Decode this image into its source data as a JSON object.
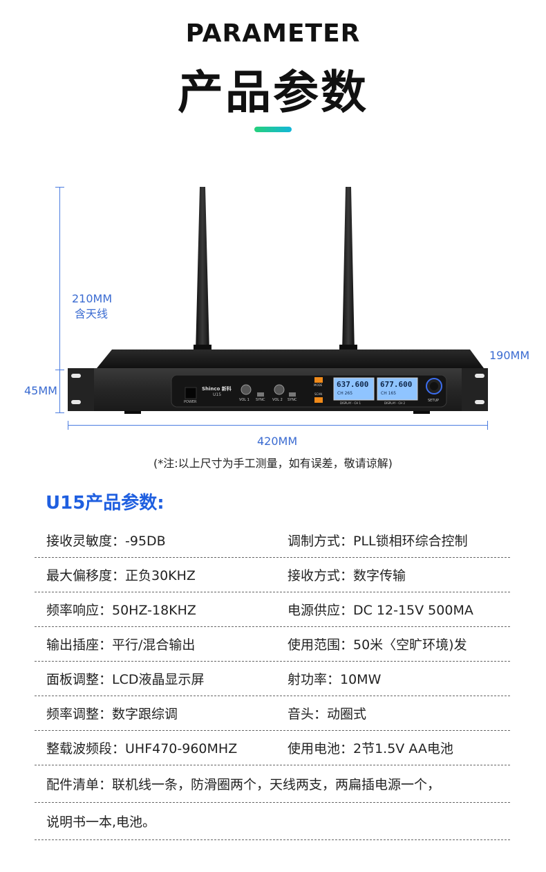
{
  "header": {
    "title_en": "PARAMETER",
    "title_cn": "产品参数"
  },
  "dimensions": {
    "height_total": "210MM",
    "height_total_note": "含天线",
    "height_body": "45MM",
    "depth": "190MM",
    "width": "420MM"
  },
  "device": {
    "brand": "Shinco 新科",
    "model": "U15",
    "power_label": "POWER",
    "vol_1": "VOL 1",
    "sync_1": "SYNC",
    "vol_2": "VOL 2",
    "sync_2": "SYNC",
    "mode_label": "MODE",
    "scan_label": "SCAN",
    "lcd_1_freq": "637.600",
    "lcd_1_ch": "CH 265",
    "lcd_1_caption": "DISPLAY - CH 1",
    "lcd_2_freq": "677.600",
    "lcd_2_ch": "CH 165",
    "lcd_2_caption": "DISPLAY - CH 2",
    "setup_label": "SETUP"
  },
  "note": "(*注:以上尺寸为手工测量，如有误差，敬请谅解)",
  "section_title": "U15产品参数:",
  "specs": [
    {
      "left": "接收灵敏度：-95DB",
      "right": "调制方式：PLL锁相环综合控制"
    },
    {
      "left": "最大偏移度：正负30KHZ",
      "right": "接收方式：数字传输"
    },
    {
      "left": "频率响应：50HZ-18KHZ",
      "right": "电源供应：DC 12-15V 500MA"
    },
    {
      "left": "输出插座：平行/混合输出",
      "right": "使用范围：50米〈空旷环境)发"
    },
    {
      "left": "面板调整：LCD液晶显示屏",
      "right": "射功率：10MW"
    },
    {
      "left": "频率调整：数字跟综调",
      "right": "音头：动圈式"
    },
    {
      "left": "整载波频段：UHF470-960MHZ",
      "right": "使用电池：2节1.5V AA电池"
    }
  ],
  "accessories_line1": "配件清单：联机线一条，防滑圈两个，天线两支，两扁插电源一个，",
  "accessories_line2": "说明书一本,电池。",
  "colors": {
    "accent_blue": "#1f5fe0",
    "dimension_blue": "#3a6bd1",
    "lcd_blue": "#8fc4ff",
    "button_orange": "#f08a1a"
  }
}
